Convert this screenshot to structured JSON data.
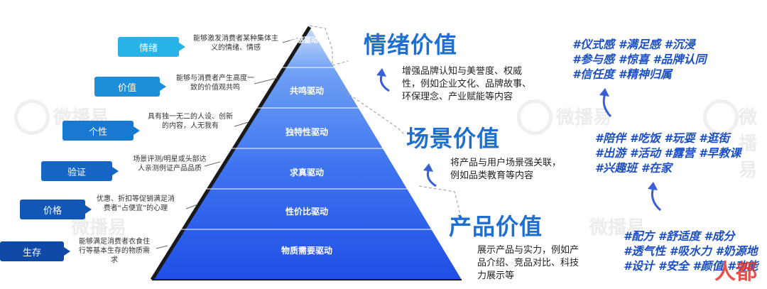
{
  "left_labels": [
    {
      "label": "情绪",
      "desc": "能够激发消费者某种集体主义的情绪、情感",
      "color": "#27b2e8"
    },
    {
      "label": "价值",
      "desc": "能够与消费者产生高度一致的价值观共鸣",
      "color": "#1d8fda"
    },
    {
      "label": "个性",
      "desc": "具有独一无二的人设、创新的内容，人无我有",
      "color": "#1978d0"
    },
    {
      "label": "验证",
      "desc": "场景评测/明星或头部达人亲测例证产品品质",
      "color": "#1566c4"
    },
    {
      "label": "价格",
      "desc": "优惠、折扣等促销满足消费者“占便宜”的心理",
      "color": "#1357b6"
    },
    {
      "label": "生存",
      "desc": "能够满足消费者衣食住行等基本生存的物质需求",
      "color": "#0f4aa8"
    }
  ],
  "pyramid": [
    {
      "label": "情感驱动"
    },
    {
      "label": "共鸣驱动"
    },
    {
      "label": "独特性驱动"
    },
    {
      "label": "求真驱动"
    },
    {
      "label": "性价比驱动"
    },
    {
      "label": "物质需要驱动"
    }
  ],
  "values": [
    {
      "title": "情绪价值",
      "desc": "增强品牌认知与美誉度、权威性，例如企业文化、品牌故事、环保理念、产业赋能等内容"
    },
    {
      "title": "场景价值",
      "desc": "将产品与用户场景强关联，例如品类教育等内容"
    },
    {
      "title": "产品价值",
      "desc": "展示产品与实力，例如产品介绍、竞品对比、科技力展示等"
    }
  ],
  "tags": {
    "emotion": [
      "#仪式感 #满足感 #沉浸",
      "#参与感 #惊喜 #品牌认同",
      "#信任度 #精神归属"
    ],
    "scene": [
      "#陪伴 #吃饭 #玩耍 #逛街",
      "#出游 #活动 #露营 #早教课",
      "#兴趣班 #在家"
    ],
    "product": [
      "#配方 #舒适度 #成分",
      "#透气性 #吸水力 #奶源地",
      "#设计 #安全 #颜值 #功能"
    ]
  },
  "watermark": "微播易",
  "corner_logo": "人人都是产品经理",
  "colors": {
    "title": "#1f6fd1",
    "tag": "#1d4fc4"
  }
}
